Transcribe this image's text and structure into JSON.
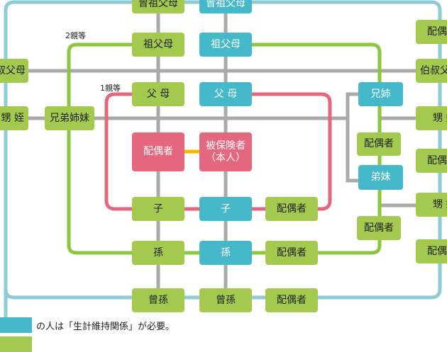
{
  "colors": {
    "green": "#a3c94f",
    "teal": "#45b8c9",
    "pink": "#e5677f",
    "teal_line": "#8ecbd7",
    "green_line": "#8cc63f",
    "gray_line": "#aaaaaa",
    "yellow_line": "#f5b800"
  },
  "degree_labels": {
    "second": "2親等",
    "first": "1親等"
  },
  "center": {
    "great_grandparents_green": "曾祖父母",
    "great_grandparents_teal": "曾祖父母",
    "grandparents_green": "祖父母",
    "grandparents_teal": "祖父母",
    "parents_green": "父 母",
    "parents_teal": "父 母",
    "spouse": "配偶者",
    "insured_line1": "被保険者",
    "insured_line2": "（本人）",
    "child_green": "子",
    "child_teal": "子",
    "child_spouse": "配偶者",
    "grandchild_green": "孫",
    "grandchild_teal": "孫",
    "grandchild_spouse": "配偶者",
    "great_grandchild_1": "曾孫",
    "great_grandchild_2": "曾孫",
    "great_grandchild_spouse": "配偶者"
  },
  "left": {
    "uncle_aunt": "叔父母",
    "nephew_niece": "甥 姪",
    "siblings": "兄弟姉妹"
  },
  "right": {
    "elder_siblings": "兄姉",
    "elder_siblings_spouse": "配偶者",
    "younger_siblings": "弟妹",
    "younger_siblings_spouse": "配偶者",
    "far_spouse_1": "配偶者",
    "uncle_aunt": "伯叔父母",
    "nephew_niece_1": "甥 姪",
    "far_spouse_2": "配偶者",
    "nephew_niece_2": "甥 姪",
    "far_spouse_3": "配偶者"
  },
  "legend": {
    "teal_text": "の人は「生計維持関係」が必要。"
  }
}
